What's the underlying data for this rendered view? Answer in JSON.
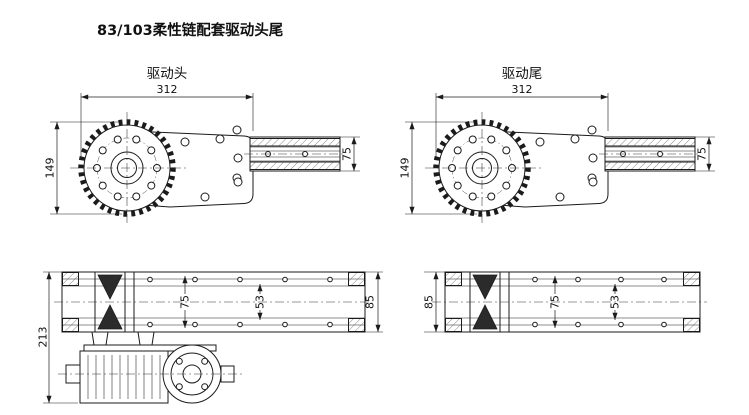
{
  "title": "83/103柔性链配套驱动头尾",
  "drive_head": {
    "label": "驱动头",
    "dim_width": "312",
    "dim_height": "149",
    "dim_rail_height": "75"
  },
  "drive_tail": {
    "label": "驱动尾",
    "dim_width": "312",
    "dim_height": "149",
    "dim_rail_height": "75"
  },
  "bottom_left_view": {
    "dim_total_height": "213",
    "dim_chain_width": "75",
    "dim_inner_width": "53",
    "dim_profile_height": "85"
  },
  "bottom_right_view": {
    "dim_profile_height": "85",
    "dim_chain_width": "75",
    "dim_inner_width": "53"
  }
}
